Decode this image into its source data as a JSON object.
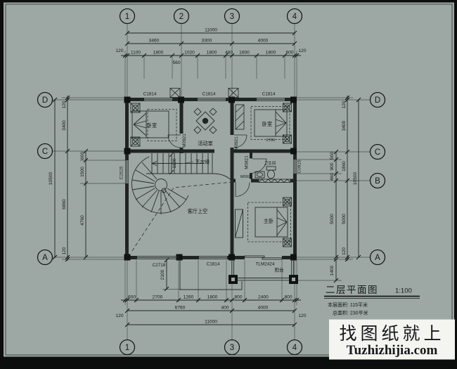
{
  "page": {
    "bg": "#9da8a4",
    "line": "#1d1f1e",
    "watermark_bg": "#f4f4f1",
    "watermark_cn_color": "#454a58",
    "watermark_url_color": "#2525b5"
  },
  "axes": {
    "top": [
      "1",
      "2",
      "3",
      "4"
    ],
    "bottom": [
      "1",
      "3",
      "4"
    ],
    "left": [
      "D",
      "C",
      "A"
    ],
    "right": [
      "D",
      "C",
      "B",
      "A"
    ]
  },
  "rooms": {
    "bedroom_left": "卧室",
    "bedroom_right": "卧室",
    "activity": "活动室",
    "bathroom": "卫生间",
    "master": "主卧",
    "living_void": "客厅上空",
    "balcony": "阳台"
  },
  "stair": {
    "label": "下22级"
  },
  "openings": {
    "win_top": "C1814",
    "win_left": "C1515",
    "win_right": "C0915",
    "win_bottom_left": "C2718",
    "win_bottom_mid": "C1814",
    "door_balcony": "TLM2424",
    "door_std": "M0921",
    "door_bath": "M0821"
  },
  "dims": {
    "top": {
      "total": "11000",
      "spans": [
        "3460",
        "3300",
        "4000"
      ],
      "detail": [
        "1100",
        "1800",
        "1020",
        "1800",
        "480",
        "1600",
        "1800",
        "600"
      ],
      "sub": "560",
      "edge": [
        "120",
        "120"
      ]
    },
    "bottom": {
      "total": "11000",
      "spans": [
        "6760",
        "400",
        "4000"
      ],
      "detail": [
        "600",
        "2700",
        "1260",
        "1800",
        "800",
        "2400",
        "800"
      ],
      "edge": [
        "120",
        "120"
      ]
    },
    "left": {
      "total": "10500",
      "segs": [
        "120",
        "3400",
        "6860",
        "120"
      ],
      "inner": [
        "600",
        "1500",
        "4760"
      ]
    },
    "right": {
      "total": "10500",
      "segs": [
        "120",
        "3400",
        "1860",
        "5000",
        "120"
      ],
      "inner": [
        "500",
        "900",
        "460",
        "5000"
      ],
      "balcony": "1400",
      "porch": "2100"
    },
    "stair_width": "1100",
    "bed": "2700"
  },
  "title_block": {
    "title": "二层平面图",
    "scale": "1:100",
    "area1": "本层面积: 115平米",
    "area2": "总面积: 230平米"
  },
  "watermark": {
    "line1": "找图纸就上",
    "line2": "Tuzhizhijia.com"
  }
}
